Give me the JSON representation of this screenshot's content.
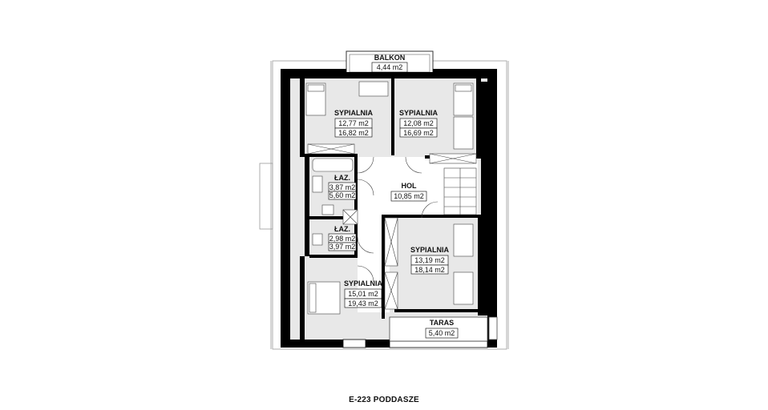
{
  "rooms": {
    "balkon": {
      "name": "BALKON",
      "area1": "4,44 m2"
    },
    "sypialnia1": {
      "name": "SYPIALNIA",
      "area1": "12,77 m2",
      "area2": "16,82 m2"
    },
    "sypialnia2": {
      "name": "SYPIALNIA",
      "area1": "12,08 m2",
      "area2": "16,69 m2"
    },
    "lazienka1": {
      "name": "ŁAZ.",
      "area1": "3,87 m2",
      "area2": "5,60 m2"
    },
    "hol": {
      "name": "HOL",
      "area1": "10,85 m2"
    },
    "lazienka2": {
      "name": "ŁAZ.",
      "area1": "2,98 m2",
      "area2": "3,97 m2"
    },
    "sypialnia3": {
      "name": "SYPIALNIA",
      "area1": "13,19 m2",
      "area2": "18,14 m2"
    },
    "sypialnia4": {
      "name": "SYPIALNIA",
      "area1": "15,01 m2",
      "area2": "19,43 m2"
    },
    "taras": {
      "name": "TARAS",
      "area1": "5,40 m2"
    }
  },
  "caption": "E-223 PODDASZE",
  "colors": {
    "wall": "#000000",
    "floor": "#e8e8e8",
    "line": "#444444",
    "background": "#ffffff"
  }
}
